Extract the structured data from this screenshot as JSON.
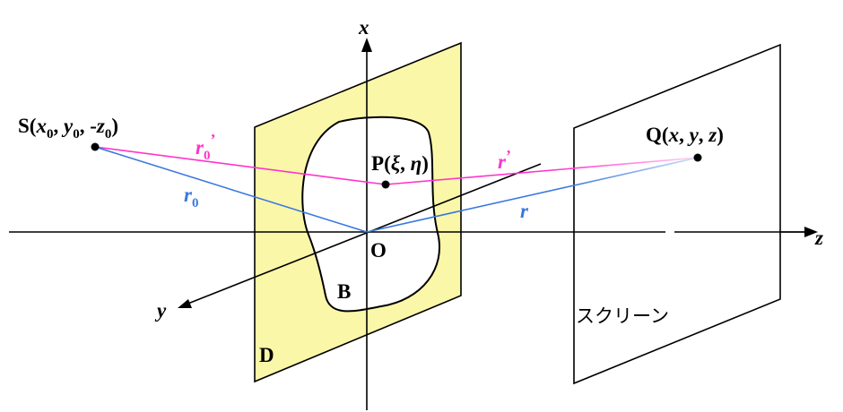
{
  "axes": {
    "x": "x",
    "y": "y",
    "z": "z"
  },
  "origin": "O",
  "points": {
    "S": {
      "name": "S",
      "open": "(",
      "v1": "x",
      "s1": "0",
      "sep1": ", ",
      "v2": "y",
      "s2": "0",
      "sep2": ", -",
      "v3": "z",
      "s3": "0",
      "close": ")"
    },
    "Q": {
      "name": "Q",
      "open": "(",
      "v1": "x",
      "sep1": ", ",
      "v2": "y",
      "sep2": ", ",
      "v3": "z",
      "close": ")"
    },
    "P": {
      "name": "P",
      "open": "(",
      "v1": "ξ",
      "sep1": ", ",
      "v2": "η",
      "close": ")"
    }
  },
  "distances": {
    "r0_prime": {
      "base": "r",
      "sub": "0",
      "mark": "’"
    },
    "r0": {
      "base": "r",
      "sub": "0"
    },
    "r_prime": {
      "base": "r",
      "mark": "’"
    },
    "r": {
      "base": "r"
    }
  },
  "regions": {
    "aperture": "B",
    "diffraction_plane": "D"
  },
  "screen_label": "スクリーン",
  "colors": {
    "plane_fill": "#fbf7a8",
    "magenta": "#ff33cc",
    "blue": "#3a78e0"
  }
}
